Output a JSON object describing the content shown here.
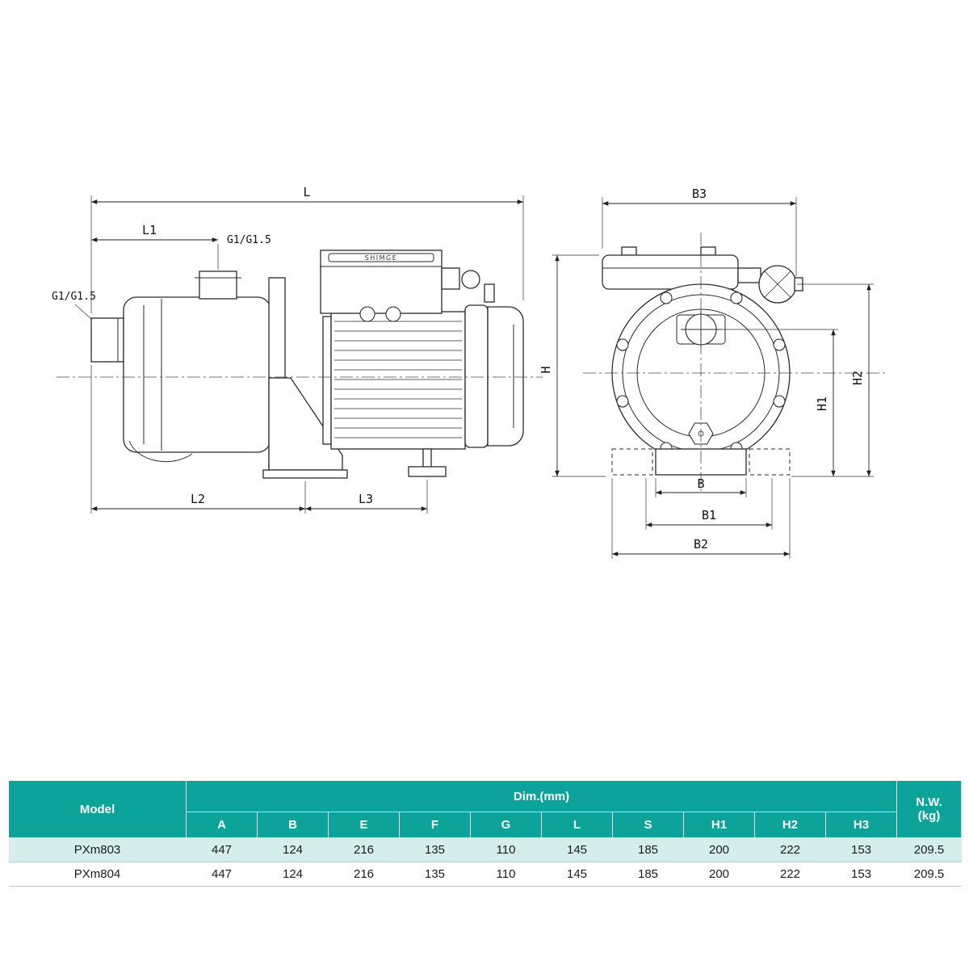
{
  "drawing": {
    "brand": "SHIMGE",
    "labels": {
      "L": "L",
      "L1": "L1",
      "L2": "L2",
      "L3": "L3",
      "port_top": "G1/G1.5",
      "port_left": "G1/G1.5",
      "B3": "B3",
      "H": "H",
      "H1": "H1",
      "H2": "H2",
      "B": "B",
      "B1": "B1",
      "B2": "B2"
    }
  },
  "table": {
    "header": {
      "model": "Model",
      "dim_group": "Dim.(mm)",
      "nw_line1": "N.W.",
      "nw_line2": "(kg)",
      "dim_columns": [
        "A",
        "B",
        "E",
        "F",
        "G",
        "L",
        "S",
        "H1",
        "H2",
        "H3"
      ]
    },
    "rows": [
      {
        "model": "PXm803",
        "values": [
          "447",
          "124",
          "216",
          "135",
          "110",
          "145",
          "185",
          "200",
          "222",
          "153"
        ],
        "nw": "209.5"
      },
      {
        "model": "PXm804",
        "values": [
          "447",
          "124",
          "216",
          "135",
          "110",
          "145",
          "185",
          "200",
          "222",
          "153"
        ],
        "nw": "209.5"
      }
    ]
  },
  "colors": {
    "header_teal": "#0ba39a",
    "row_light_teal": "#d5eeeb",
    "row_divider": "#a9d8d3",
    "line_color": "#2a2a2a"
  }
}
